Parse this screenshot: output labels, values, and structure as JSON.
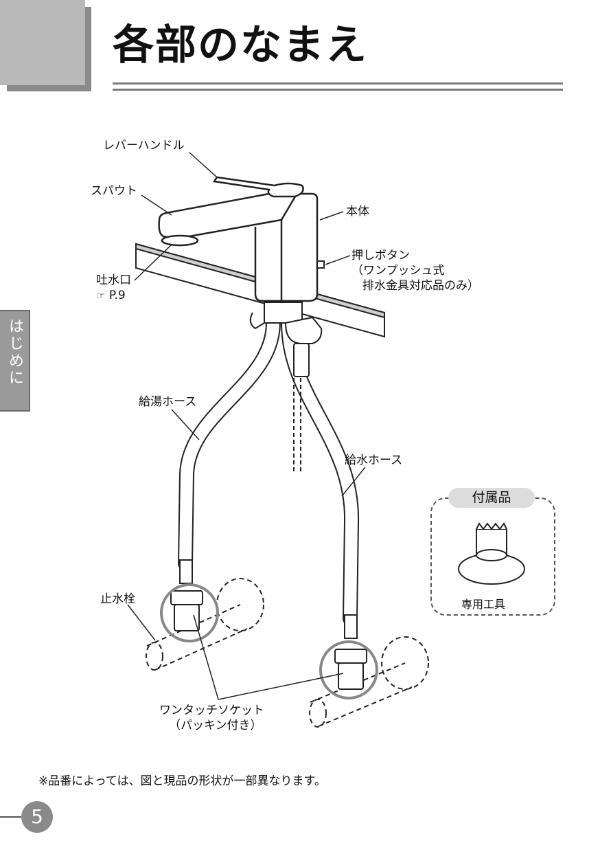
{
  "header": {
    "title": "各部のなまえ"
  },
  "side_tab": {
    "label": "はじめに"
  },
  "labels": {
    "lever_handle": "レバーハンドル",
    "spout": "スパウト",
    "body": "本体",
    "push_button_line1": "押しボタン",
    "push_button_line2": "（ワンプッシュ式",
    "push_button_line3": "排水金具対応品のみ）",
    "outlet": "吐水口",
    "outlet_ref": "P.9",
    "hot_hose": "給湯ホース",
    "cold_hose": "給水ホース",
    "stop_valve": "止水栓",
    "socket_line1": "ワンタッチソケット",
    "socket_line2": "（パッキン付き）"
  },
  "accessory": {
    "title": "付属品",
    "caption": "専用工具"
  },
  "footer": {
    "note": "※品番によっては、図と現品の形状が一部異なります。",
    "page_number": "5"
  }
}
